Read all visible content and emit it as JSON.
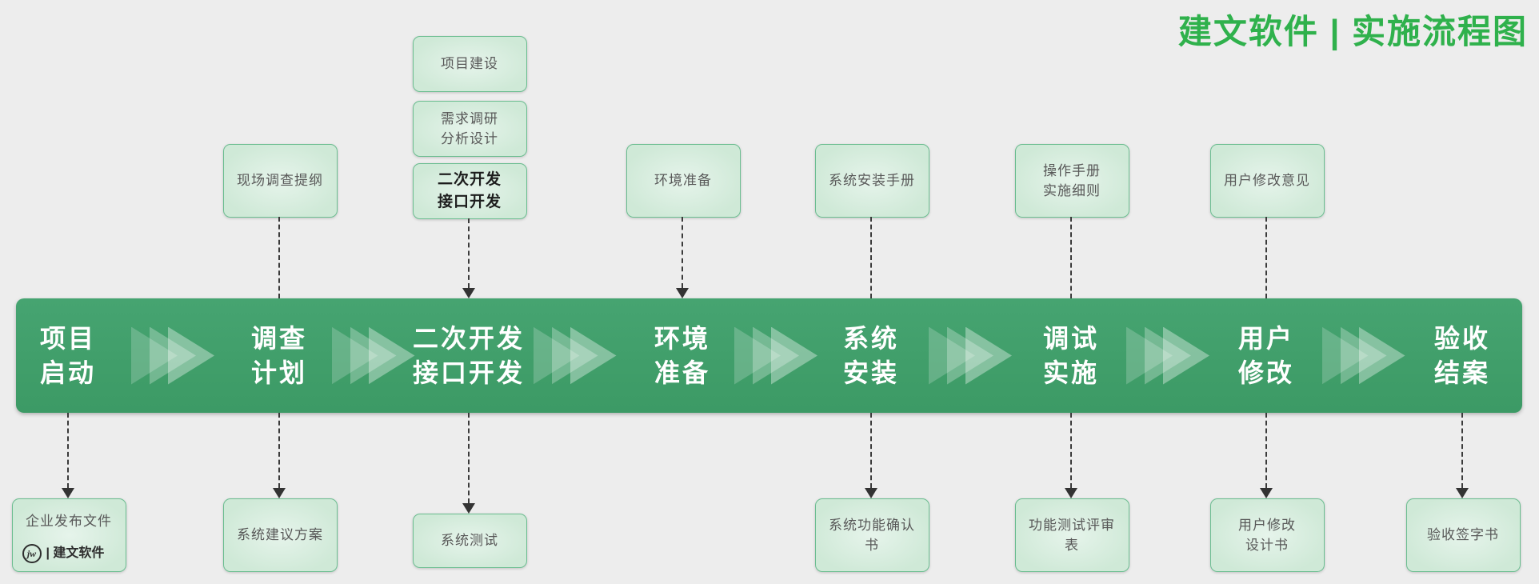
{
  "title": "建文软件 | 实施流程图",
  "logo": {
    "badge": "jw",
    "text": "| 建文软件"
  },
  "colors": {
    "background": "#ededed",
    "band_green": "#3f9e69",
    "title_green": "#2fb14c",
    "box_fill": "#cfe9d7",
    "box_border": "#6bbd90",
    "box_text": "#585858",
    "arrow": "#3b3b3b",
    "stage_text": "#ffffff"
  },
  "columns": [
    {
      "id": "project-start",
      "stage": [
        "项目",
        "启动"
      ],
      "top_docs": [],
      "top_arrowhead": false,
      "bottom_doc": [
        "企业发布文件"
      ],
      "bottom_has_logo": true
    },
    {
      "id": "survey-plan",
      "stage": [
        "调查",
        "计划"
      ],
      "top_docs": [
        {
          "lines": [
            "现场调查提纲"
          ],
          "emphasis": false
        }
      ],
      "top_arrowhead": false,
      "bottom_doc": [
        "系统建议方案"
      ],
      "bottom_has_logo": false
    },
    {
      "id": "secondary-dev",
      "stage": [
        "二次开发",
        "接口开发"
      ],
      "top_docs": [
        {
          "lines": [
            "项目建设"
          ],
          "emphasis": false
        },
        {
          "lines": [
            "需求调研",
            "分析设计"
          ],
          "emphasis": false
        },
        {
          "lines": [
            "二次开发",
            "接口开发"
          ],
          "emphasis": true
        }
      ],
      "top_arrowhead": true,
      "bottom_doc": [
        "系统测试"
      ],
      "bottom_has_logo": false
    },
    {
      "id": "env-prep",
      "stage": [
        "环境",
        "准备"
      ],
      "top_docs": [
        {
          "lines": [
            "环境准备"
          ],
          "emphasis": false
        }
      ],
      "top_arrowhead": true,
      "bottom_doc": null,
      "bottom_has_logo": false
    },
    {
      "id": "sys-install",
      "stage": [
        "系统",
        "安装"
      ],
      "top_docs": [
        {
          "lines": [
            "系统安装手册"
          ],
          "emphasis": false
        }
      ],
      "top_arrowhead": false,
      "bottom_doc": [
        "系统功能确认",
        "书"
      ],
      "bottom_has_logo": false
    },
    {
      "id": "debug-impl",
      "stage": [
        "调试",
        "实施"
      ],
      "top_docs": [
        {
          "lines": [
            "操作手册",
            "实施细则"
          ],
          "emphasis": false
        }
      ],
      "top_arrowhead": false,
      "bottom_doc": [
        "功能测试评审",
        "表"
      ],
      "bottom_has_logo": false
    },
    {
      "id": "user-modify",
      "stage": [
        "用户",
        "修改"
      ],
      "top_docs": [
        {
          "lines": [
            "用户修改意见"
          ],
          "emphasis": false
        }
      ],
      "top_arrowhead": false,
      "bottom_doc": [
        "用户修改",
        "设计书"
      ],
      "bottom_has_logo": false
    },
    {
      "id": "acceptance",
      "stage": [
        "验收",
        "结案"
      ],
      "top_docs": [],
      "top_arrowhead": false,
      "bottom_doc": [
        "验收签字书"
      ],
      "bottom_has_logo": false
    }
  ]
}
